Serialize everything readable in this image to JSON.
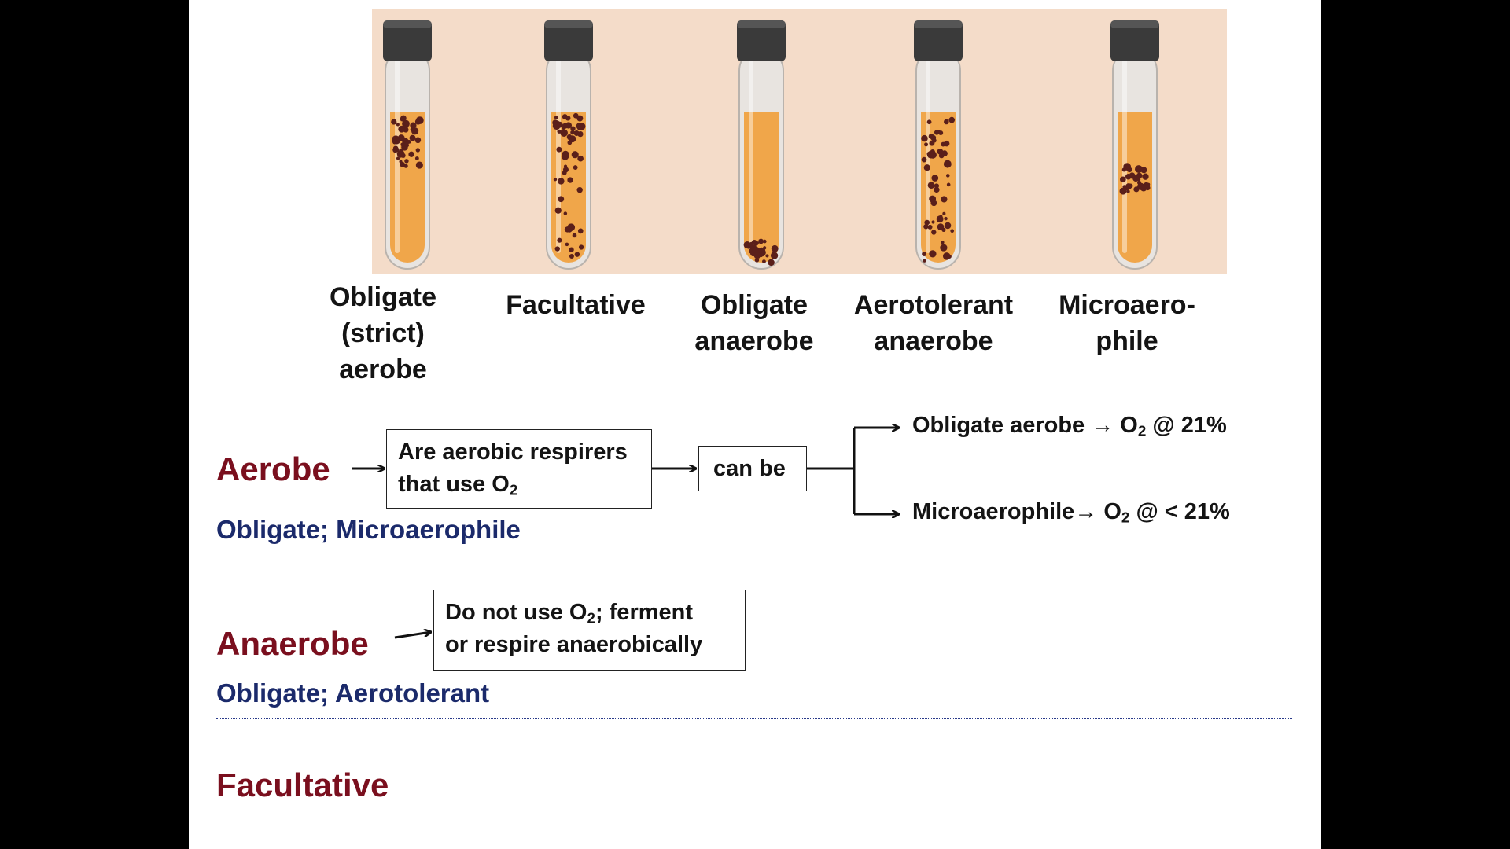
{
  "tubes": [
    {
      "label": "Obligate\n(strict)\naerobe",
      "growth": "top"
    },
    {
      "label": "Facultative",
      "growth": "throughout-dense-top"
    },
    {
      "label": "Obligate\nanaerobe",
      "growth": "bottom"
    },
    {
      "label": "Aerotolerant\nanaerobe",
      "growth": "throughout"
    },
    {
      "label": "Microaero-\nphile",
      "growth": "band-below-top"
    }
  ],
  "colors": {
    "heading": "#7a0f1e",
    "subtype": "#1b2a6b",
    "medium": "#f0a64a",
    "colonies": "#5a1f1a",
    "panel": "#f4dcc9"
  },
  "aerobe": {
    "heading": "Aerobe",
    "box_text": "Are aerobic respirers that use O",
    "box_sub": "2",
    "can_be": "can be",
    "subtypes": "Obligate;  Microaerophile",
    "branch1": {
      "name": "Obligate aerobe ",
      "arrow": "→",
      "o": " O",
      "sub": "2",
      "value": " @ 21%"
    },
    "branch2": {
      "name": "Microaerophile",
      "arrow": "→",
      "o": " O",
      "sub": "2",
      "value": " @ < 21%"
    }
  },
  "anaerobe": {
    "heading": "Anaerobe",
    "box_line1": "Do not use O",
    "box_sub": "2",
    "box_line1_rest": "; ferment",
    "box_line2": "or respire anaerobically",
    "subtypes": "Obligate;  Aerotolerant"
  },
  "facultative": {
    "heading": "Facultative"
  }
}
